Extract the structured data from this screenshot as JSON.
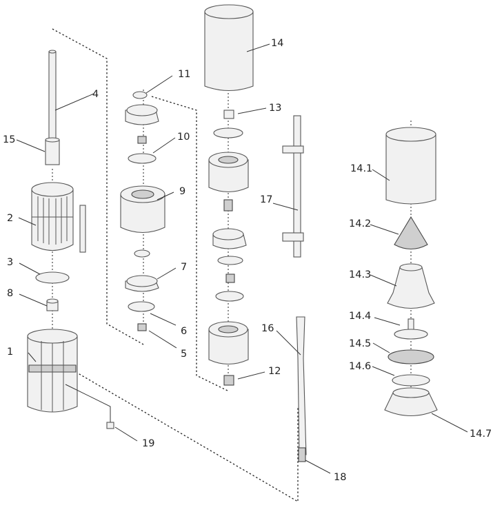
{
  "labels": {
    "p1": "1",
    "p2": "2",
    "p3": "3",
    "p4": "4",
    "p5": "5",
    "p6": "6",
    "p7": "7",
    "p8": "8",
    "p9": "9",
    "p10": "10",
    "p11": "11",
    "p12": "12",
    "p13": "13",
    "p14": "14",
    "p14_1": "14.1",
    "p14_2": "14.2",
    "p14_3": "14.3",
    "p14_4": "14.4",
    "p14_5": "14.5",
    "p14_6": "14.6",
    "p14_7": "14.7",
    "p15": "15",
    "p16": "16",
    "p17": "17",
    "p18": "18",
    "p19": "19"
  }
}
